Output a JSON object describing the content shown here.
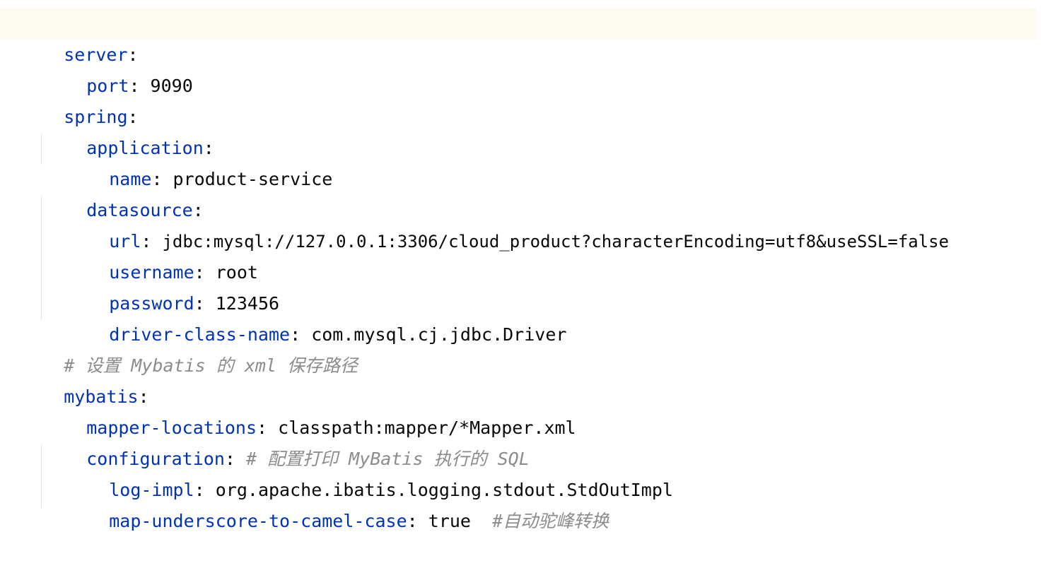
{
  "editor": {
    "lines": [
      {
        "indent": 0,
        "key": "server",
        "value": "",
        "comment": ""
      },
      {
        "indent": 1,
        "key": "port",
        "value": "9090",
        "comment": ""
      },
      {
        "indent": 0,
        "key": "spring",
        "value": "",
        "comment": ""
      },
      {
        "indent": 1,
        "key": "application",
        "value": "",
        "comment": ""
      },
      {
        "indent": 2,
        "key": "name",
        "value": "product-service",
        "comment": ""
      },
      {
        "indent": 1,
        "key": "datasource",
        "value": "",
        "comment": ""
      },
      {
        "indent": 2,
        "key": "url",
        "value": "jdbc:mysql://127.0.0.1:3306/cloud_product?characterEncoding=utf8&useSSL=false",
        "comment": ""
      },
      {
        "indent": 2,
        "key": "username",
        "value": "root",
        "comment": ""
      },
      {
        "indent": 2,
        "key": "password",
        "value": "123456",
        "comment": ""
      },
      {
        "indent": 2,
        "key": "driver-class-name",
        "value": "com.mysql.cj.jdbc.Driver",
        "comment": ""
      },
      {
        "indent": 0,
        "key": "",
        "value": "",
        "comment": "# 设置 Mybatis 的 xml 保存路径"
      },
      {
        "indent": 0,
        "key": "mybatis",
        "value": "",
        "comment": ""
      },
      {
        "indent": 1,
        "key": "mapper-locations",
        "value": "classpath:mapper/*Mapper.xml",
        "comment": ""
      },
      {
        "indent": 1,
        "key": "configuration",
        "value": "",
        "comment": "# 配置打印 MyBatis 执行的 SQL"
      },
      {
        "indent": 2,
        "key": "log-impl",
        "value": "org.apache.ibatis.logging.stdout.StdOutImpl",
        "comment": ""
      },
      {
        "indent": 2,
        "key": "map-underscore-to-camel-case",
        "value": "true",
        "comment": "#自动驼峰转换"
      }
    ]
  },
  "colors": {
    "key": "#0033b3",
    "value": "#080808",
    "comment": "#8c8c8c",
    "current_line": "#fdfbef",
    "indent_guide": "#e4e4e4"
  }
}
